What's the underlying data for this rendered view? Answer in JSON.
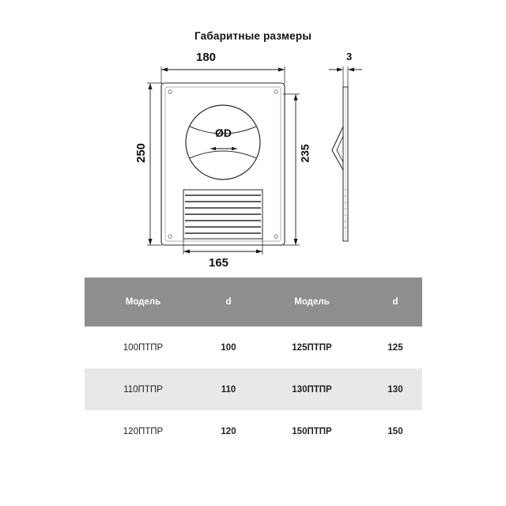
{
  "title": "Габаритные размеры",
  "drawing": {
    "dimensions": {
      "width_top": "180",
      "thickness": "3",
      "height_left": "250",
      "height_right": "235",
      "width_bottom": "165",
      "diameter_label": "ØD"
    }
  },
  "table": {
    "header": {
      "col1": "Модель",
      "col2": "d",
      "col3": "Модель",
      "col4": "d"
    },
    "rows": [
      {
        "model_a": "100ПТПР",
        "d_a": "100",
        "model_b": "125ПТПР",
        "d_b": "125",
        "shaded": false
      },
      {
        "model_a": "110ПТПР",
        "d_a": "110",
        "model_b": "130ПТПР",
        "d_b": "130",
        "shaded": true
      },
      {
        "model_a": "120ПТПР",
        "d_a": "120",
        "model_b": "150ПТПР",
        "d_b": "150",
        "shaded": false
      }
    ]
  },
  "colors": {
    "header_bg": "#8e8e8e",
    "shade_bg": "#e8e8e8",
    "line": "#1a1a1a"
  }
}
